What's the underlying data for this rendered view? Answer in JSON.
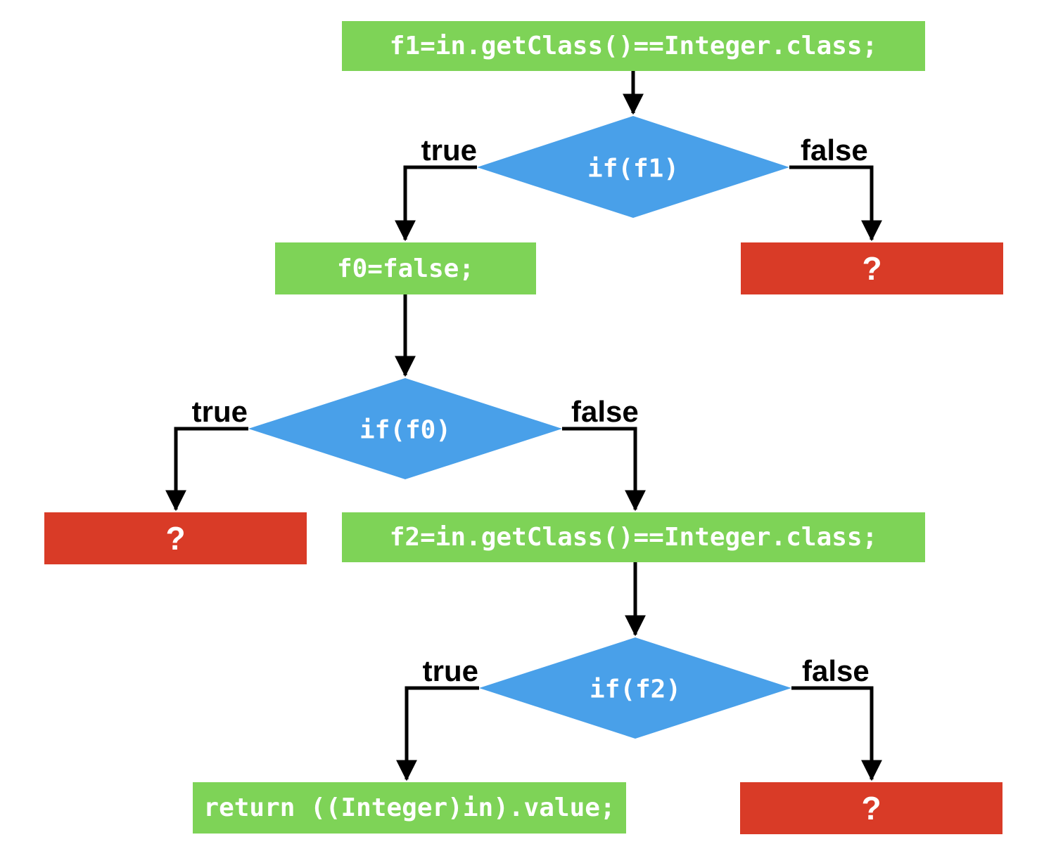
{
  "diagram": {
    "type": "flowchart",
    "nodes": {
      "stmt_f1": "f1=in.getClass()==Integer.class;",
      "decision_f1": "if(f1)",
      "stmt_f0": "f0=false;",
      "unknown_top_right": "?",
      "decision_f0": "if(f0)",
      "unknown_mid_left": "?",
      "stmt_f2": "f2=in.getClass()==Integer.class;",
      "decision_f2": "if(f2)",
      "stmt_return": "return ((Integer)in).value;",
      "unknown_bottom_right": "?"
    },
    "edge_labels": {
      "true": "true",
      "false": "false"
    },
    "colors": {
      "process_green": "#7ED357",
      "decision_blue": "#49A0E9",
      "unknown_red": "#D93B27",
      "connector_black": "#000000",
      "text_white": "#FFFFFF",
      "background": "#FFFFFF"
    }
  }
}
